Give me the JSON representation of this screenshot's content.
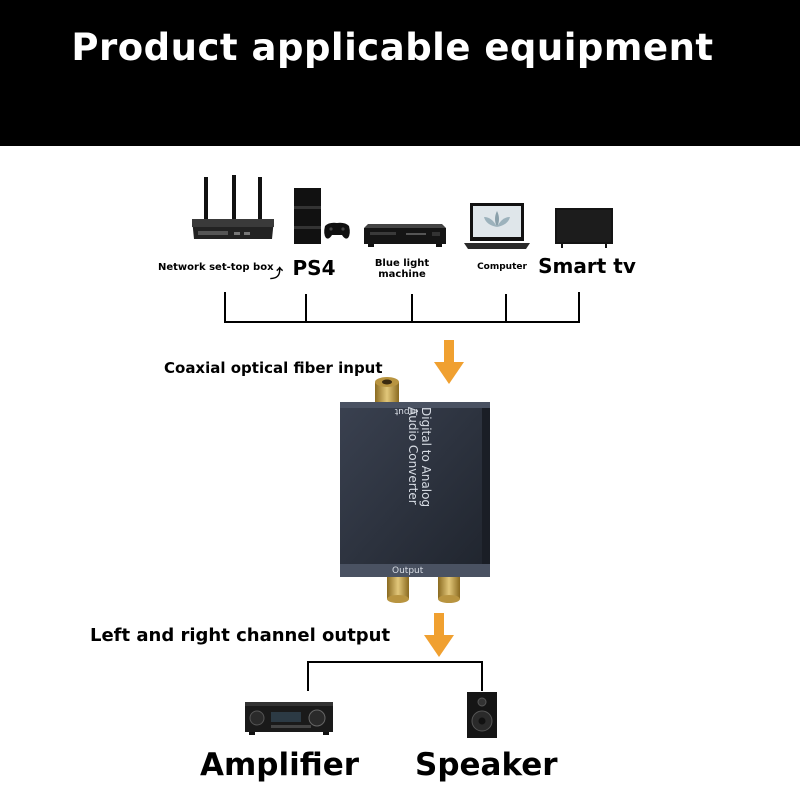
{
  "banner": {
    "title": "Product applicable equipment",
    "background": "#000000",
    "color": "#ffffff"
  },
  "devices": [
    {
      "name": "network-set-top-box",
      "label": "Network set-top box",
      "icon": "router-icon"
    },
    {
      "name": "ps4",
      "label": "PS4",
      "icon": "game-console-icon"
    },
    {
      "name": "blue-light-machine",
      "label": "Blue light machine",
      "icon": "blu-ray-player-icon"
    },
    {
      "name": "computer",
      "label": "Computer",
      "icon": "laptop-icon"
    },
    {
      "name": "smart-tv",
      "label": "Smart tv",
      "icon": "tv-icon"
    }
  ],
  "converter": {
    "face_text_line1": "Digital to Analog",
    "face_text_line2": "Audio Converter",
    "input_label": "Input",
    "output_label": "Output"
  },
  "captions": {
    "input": "Coaxial optical fiber input",
    "output": "Left and right channel output"
  },
  "outputs": [
    {
      "name": "amplifier",
      "label": "Amplifier",
      "icon": "amplifier-icon"
    },
    {
      "name": "speaker",
      "label": "Speaker",
      "icon": "speaker-icon"
    }
  ],
  "colors": {
    "arrow": "#f0a030",
    "rca_gold": "#c9a64a",
    "converter_body": "#2d3340"
  }
}
